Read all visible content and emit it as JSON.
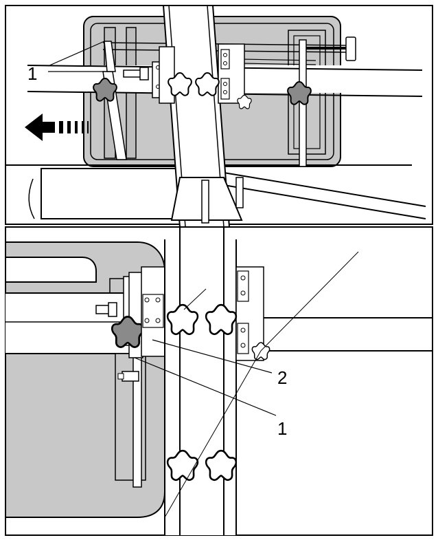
{
  "panels": [
    {
      "id": "top",
      "callouts": [
        {
          "label": "1"
        }
      ],
      "arrow": {
        "direction": "left",
        "icon": "direction-arrow-icon"
      }
    },
    {
      "id": "bottom",
      "callouts": [
        {
          "label": "2"
        },
        {
          "label": "1"
        }
      ]
    }
  ],
  "colors": {
    "line": "#000000",
    "fill_gray": "#c8c8c8",
    "white": "#ffffff"
  }
}
